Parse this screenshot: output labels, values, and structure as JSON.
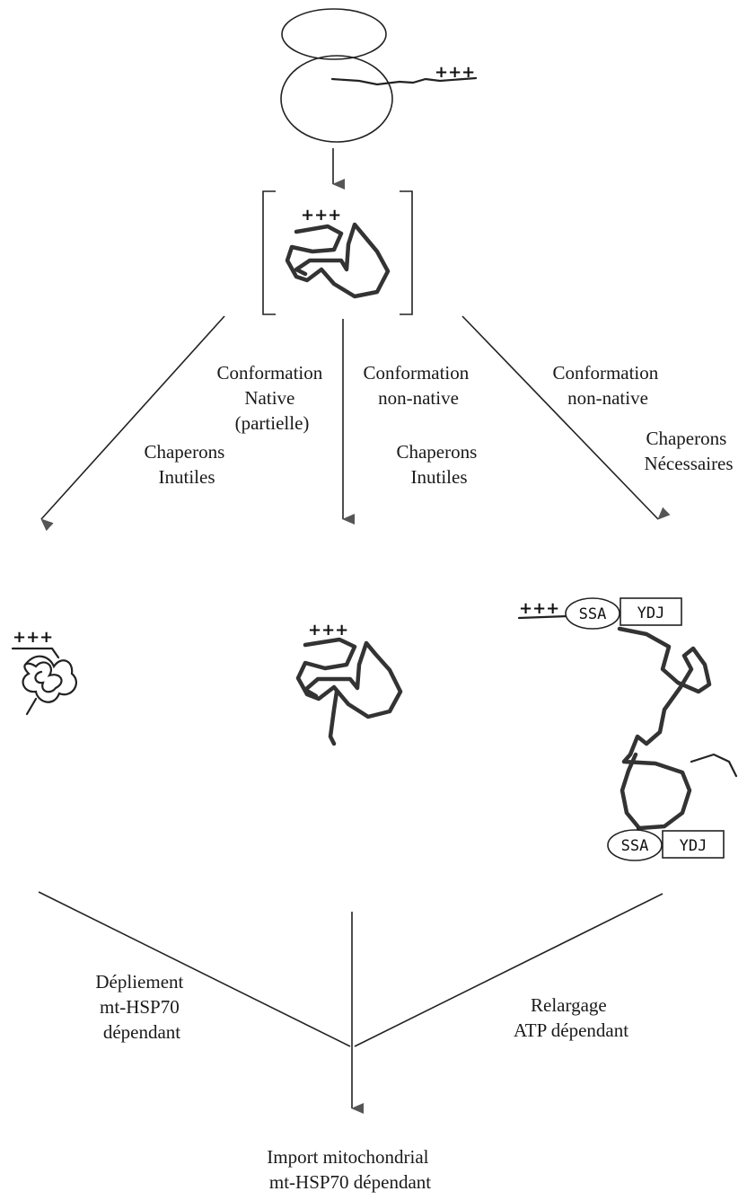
{
  "labels": {
    "conf_native_1": "Conformation",
    "conf_native_2": "Native",
    "conf_native_3": "(partielle)",
    "conf_nonnative_mid_1": "Conformation",
    "conf_nonnative_mid_2": "non-native",
    "conf_nonnative_right_1": "Conformation",
    "conf_nonnative_right_2": "non-native",
    "chap_left_1": "Chaperons",
    "chap_left_2": "Inutiles",
    "chap_mid_1": "Chaperons",
    "chap_mid_2": "Inutiles",
    "chap_right_1": "Chaperons",
    "chap_right_2": "Nécessaires",
    "depl_1": "Dépliement",
    "depl_2": "mt-HSP70",
    "depl_3": "dépendant",
    "relarg_1": "Relargage",
    "relarg_2": "ATP dépendant",
    "import_1": "Import mitochondrial",
    "import_2": "mt-HSP70 dépendant"
  },
  "charges": {
    "plus": "+++"
  },
  "complex": {
    "ssa": "SSA",
    "ydj": "YDJ"
  }
}
